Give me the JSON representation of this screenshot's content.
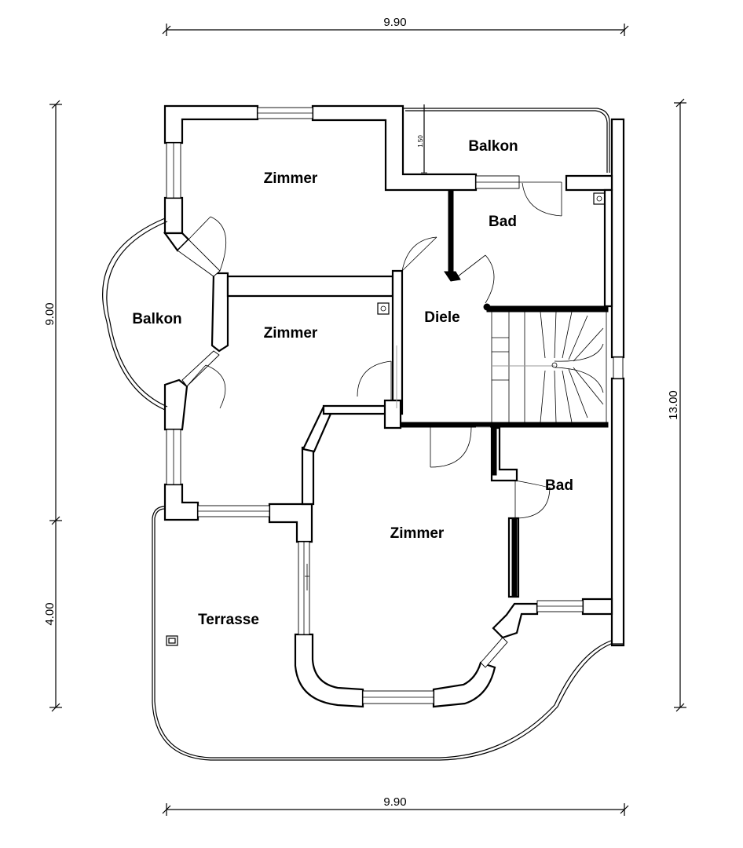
{
  "dimensions": {
    "top_width": "9.90",
    "bottom_width": "9.90",
    "left_upper": "9.00",
    "left_lower": "4.00",
    "right_total": "13.00",
    "balcony_depth": "1.50"
  },
  "rooms": {
    "zimmer_top": "Zimmer",
    "zimmer_mid": "Zimmer",
    "zimmer_bottom": "Zimmer",
    "balkon_top": "Balkon",
    "balkon_left": "Balkon",
    "bad_top": "Bad",
    "bad_bottom": "Bad",
    "diele": "Diele",
    "terrasse": "Terrasse"
  }
}
